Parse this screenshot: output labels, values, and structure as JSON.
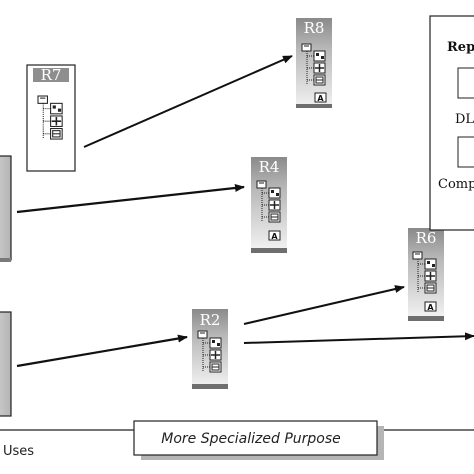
{
  "modules": {
    "r7": {
      "label": "R7"
    },
    "r8": {
      "label": "R8"
    },
    "r4": {
      "label": "R4"
    },
    "r6": {
      "label": "R6"
    },
    "r2": {
      "label": "R2"
    }
  },
  "legend": {
    "title": "Rep",
    "item1": "DLN",
    "item2": "Compi"
  },
  "bottom_bar": {
    "left_text": "Uses",
    "center_text": "More Specialized Purpose"
  }
}
